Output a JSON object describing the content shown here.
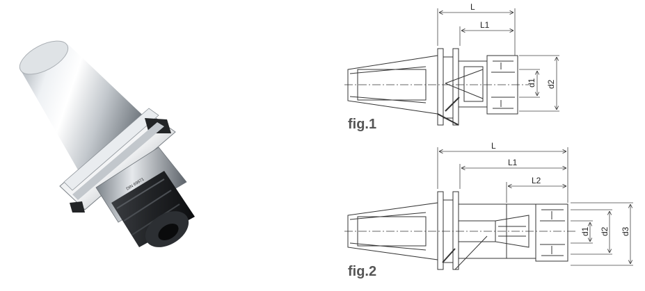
{
  "product_photo": {
    "engraving": "DIN 69871"
  },
  "figures": [
    {
      "label": "fig.1",
      "dimensions": {
        "length": "L",
        "length_1": "L1",
        "diameter_1": "d1",
        "diameter_2": "d2"
      }
    },
    {
      "label": "fig.2",
      "dimensions": {
        "length": "L",
        "length_1": "L1",
        "length_2": "L2",
        "diameter_1": "d1",
        "diameter_2": "d2",
        "diameter_3": "d3"
      }
    }
  ],
  "colors": {
    "line": "#333333",
    "dim_line": "#444444",
    "metal_light": "#f2f4f6",
    "metal_dark": "#6f767d",
    "nut": "#1b1d20"
  }
}
